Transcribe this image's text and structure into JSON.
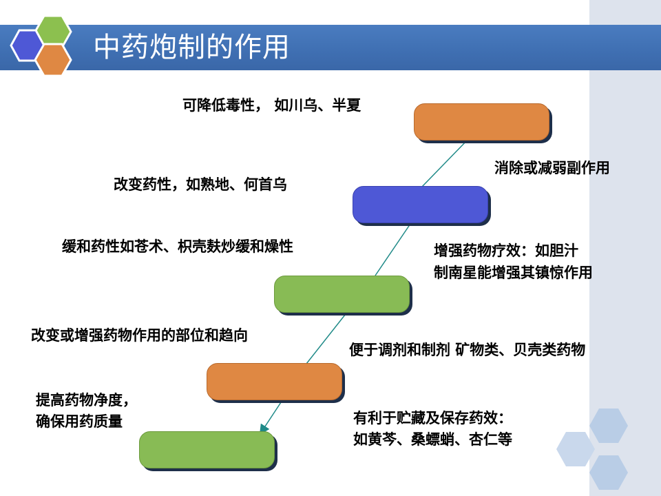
{
  "title": "中药炮制的作用",
  "left_labels": [
    "可降低毒性， 如川乌、半夏",
    "改变药性，如熟地、何首乌",
    "缓和药性如苍术、枳壳麸炒缓和燥性",
    "改变或增强药物作用的部位和趋向",
    "提高药物净度，",
    "确保用药质量"
  ],
  "right_labels": [
    "消除或减弱副作用",
    "增强药物疗效：如胆汁",
    "制南星能增强其镇惊作用",
    "便于调剂和制剂 矿物类、贝壳类药物",
    "有利于贮藏及保存药效：",
    "如黄芩、桑螵蛸、杏仁等"
  ],
  "colors": {
    "title_bar": "#4a7cc0",
    "pill_orange": "#df8843",
    "pill_blue": "#4e58d6",
    "pill_green": "#88bb55",
    "connector": "#1f8a88",
    "side_panel": "#dde3ed"
  }
}
